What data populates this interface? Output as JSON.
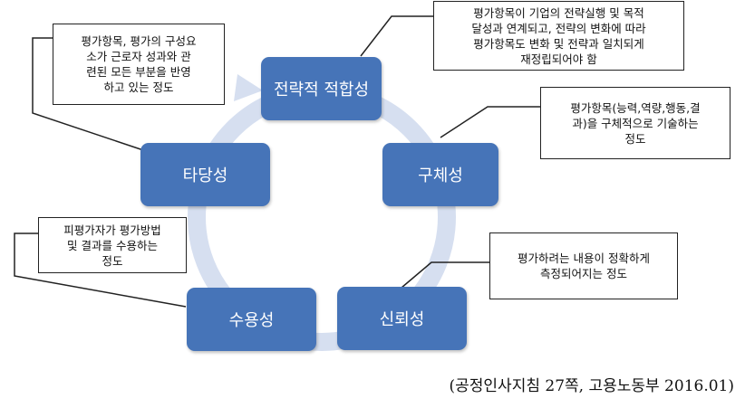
{
  "nodes": {
    "strategic_fit": "전략적 적합성",
    "specificity": "구체성",
    "reliability": "신뢰성",
    "acceptability": "수용성",
    "validity": "타당성"
  },
  "notes": {
    "strategic_fit": [
      "평가항목이 기업의 전략실행 및 목적",
      "달성과 연계되고, 전략의 변화에 따라",
      "평가항목도 변화 및 전략과 일치되게",
      "재정립되어야 함"
    ],
    "specificity": [
      "평가항목(능력,역량,행동,결",
      "과)을 구체적으로 기술하는",
      "정도"
    ],
    "reliability": [
      "평가하려는 내용이 정확하게",
      "측정되어지는 정도"
    ],
    "acceptability": [
      "피평가자가 평가방법",
      "및 결과를 수용하는",
      "정도"
    ],
    "validity": [
      "평가항목, 평가의 구성요",
      "소가 근로자 성과와 관",
      "련된 모든 부분을 반영",
      "하고 있는 정도"
    ]
  },
  "source": "(공정인사지침 27쪽, 고용노동부 2016.01)",
  "colors": {
    "node": "#4674b8",
    "cycle": "#d6dff0",
    "line": "#222222"
  }
}
